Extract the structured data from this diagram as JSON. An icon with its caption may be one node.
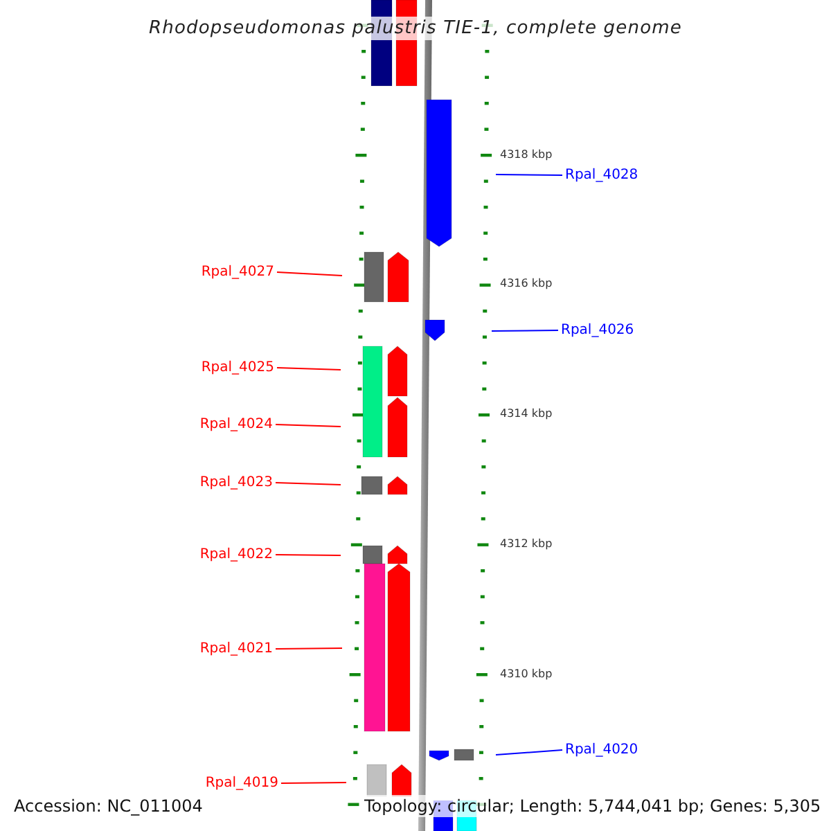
{
  "diagram": {
    "title": "Rhodopseudomonas palustris TIE-1, complete genome",
    "nodes": [
      {
        "text": [
          "Rpal_4028"
        ]
      },
      {
        "text": [
          "Rpal_4027"
        ]
      },
      {
        "text": [
          "Rpal_4026"
        ]
      },
      {
        "text": [
          "Rpal_4025"
        ]
      },
      {
        "text": [
          "Rpal_4024"
        ]
      },
      {
        "text": [
          "Rpal_4023"
        ]
      },
      {
        "text": [
          "Rpal_4022"
        ]
      },
      {
        "text": [
          "Rpal_4021"
        ]
      },
      {
        "text": [
          "Rpal_4020"
        ]
      },
      {
        "text": [
          "Rpal_4019"
        ]
      }
    ],
    "edges": [
      {
        "from": 0,
        "to": null,
        "arrow": "none",
        "color": "#0000ff"
      },
      {
        "from": 1,
        "to": null,
        "arrow": "none",
        "color": "#ff0000"
      },
      {
        "from": 2,
        "to": null,
        "arrow": "none",
        "color": "#0000ff"
      },
      {
        "from": 3,
        "to": null,
        "arrow": "none",
        "color": "#ff0000"
      },
      {
        "from": 4,
        "to": null,
        "arrow": "none",
        "color": "#ff0000"
      },
      {
        "from": 5,
        "to": null,
        "arrow": "none",
        "color": "#ff0000"
      },
      {
        "from": 6,
        "to": null,
        "arrow": "none",
        "color": "#ff0000"
      },
      {
        "from": 7,
        "to": null,
        "arrow": "none",
        "color": "#ff0000"
      },
      {
        "from": 8,
        "to": null,
        "arrow": "none",
        "color": "#0000ff"
      },
      {
        "from": 9,
        "to": null,
        "arrow": "none",
        "color": "#ff0000"
      }
    ],
    "labels": [
      "4318 kbp",
      "4316 kbp",
      "4314 kbp",
      "4312 kbp",
      "4310 kbp",
      "Accession: NC_011004",
      "Topology: circular; Length: 5,744,041 bp; Genes: 5,305"
    ]
  }
}
